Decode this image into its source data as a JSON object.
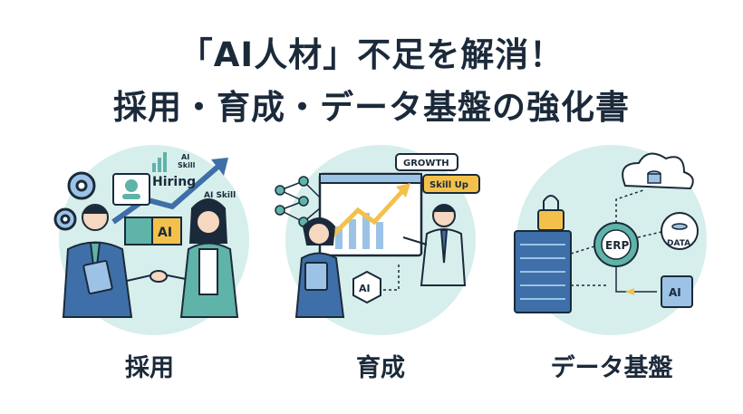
{
  "title": {
    "line1": "「AI人材」不足を解消！",
    "line2": "採用・育成・データ基盤の強化書"
  },
  "sections": [
    {
      "caption": "採用",
      "labels": {
        "hiring": "Hiring",
        "ai_skill_top": "AI\nSkill",
        "ai_skill": "AI Skill",
        "puzzle": "AI"
      }
    },
    {
      "caption": "育成",
      "labels": {
        "growth": "GROWTH",
        "skill_up": "Skill Up",
        "ai_badge": "AI"
      }
    },
    {
      "caption": "データ基盤",
      "labels": {
        "erp": "ERP",
        "data": "DATA",
        "ai_chip": "AI"
      }
    }
  ],
  "colors": {
    "navy": "#1b2a3a",
    "teal_bg": "#d6efec",
    "teal": "#5fb3a8",
    "blue": "#3f6fa8",
    "light_blue": "#9cc3e6",
    "yellow": "#f3c14b"
  }
}
